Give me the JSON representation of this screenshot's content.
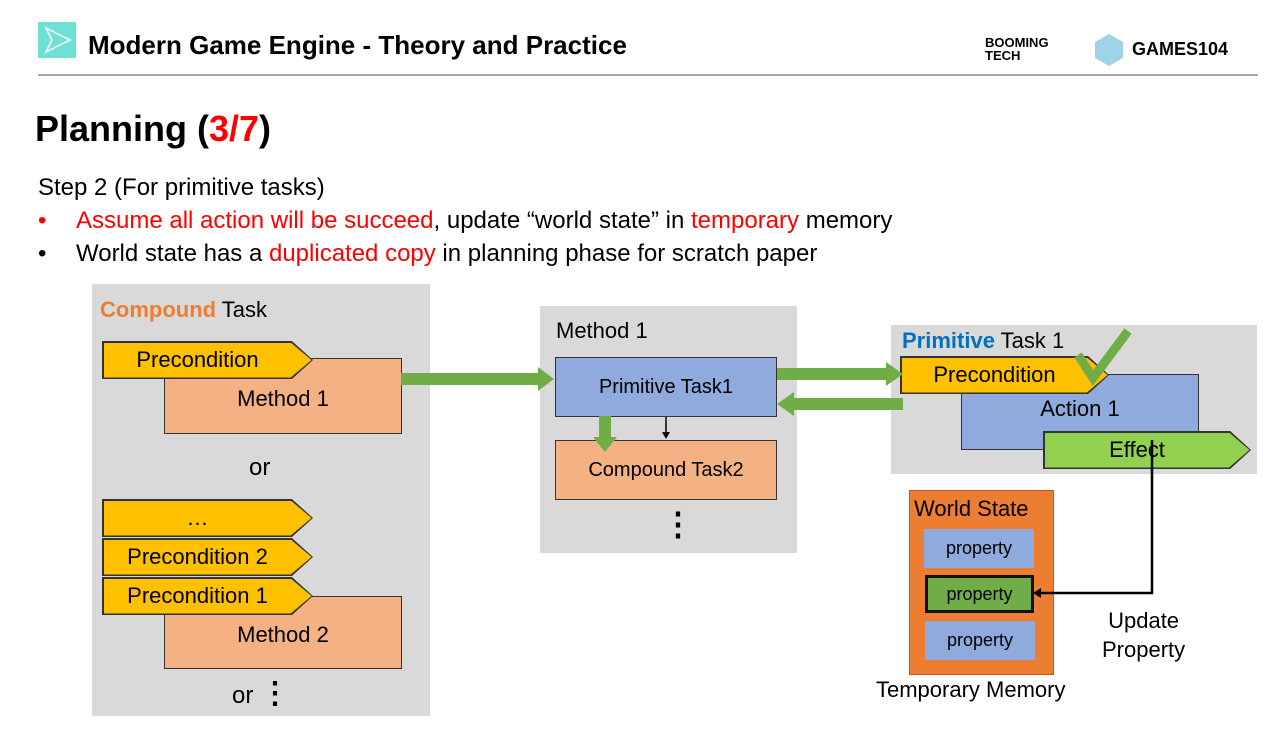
{
  "header": {
    "title": "Modern Game Engine - Theory and Practice",
    "logo_booming": "BOOMING TECH",
    "logo_games": "GAMES104"
  },
  "slide": {
    "title_prefix": "Planning (",
    "title_page": "3/7",
    "title_suffix": ")",
    "step": "Step 2 (For primitive tasks)",
    "bullets": [
      {
        "red": "Assume all action will be succeed",
        "mid": ", update “world state” in ",
        "red2": "temporary",
        "end": " memory"
      },
      {
        "pre": "World state has a ",
        "red": "duplicated copy",
        "end": " in planning phase for scratch paper"
      }
    ]
  },
  "compound": {
    "title_colored": "Compound",
    "title_rest": " Task",
    "precondition": "Precondition",
    "method1": "Method 1",
    "or": "or",
    "ellipsis": "…",
    "precondition2": "Precondition 2",
    "precondition1": "Precondition 1",
    "method2": "Method 2",
    "or2": "or",
    "dots": "⋮"
  },
  "method_panel": {
    "title": "Method 1",
    "primitive": "Primitive Task1",
    "compound2": "Compound Task2",
    "dots": "⋮"
  },
  "primitive_panel": {
    "title_colored": "Primitive",
    "title_rest": " Task 1",
    "precondition": "Precondition",
    "action": "Action 1",
    "effect": "Effect"
  },
  "world_state": {
    "title": "World State",
    "properties": [
      "property",
      "property",
      "property"
    ],
    "update_line1": "Update",
    "update_line2": "Property",
    "memory_label": "Temporary Memory"
  },
  "colors": {
    "yellow": "#ffc000",
    "salmon": "#f4b183",
    "blue": "#8faadc",
    "green": "#70ad47",
    "lightgreen": "#92d050",
    "orange": "#ed7d31",
    "panel": "#d9d9d9",
    "accent_blue": "#0070c0",
    "red": "#ff0000"
  }
}
